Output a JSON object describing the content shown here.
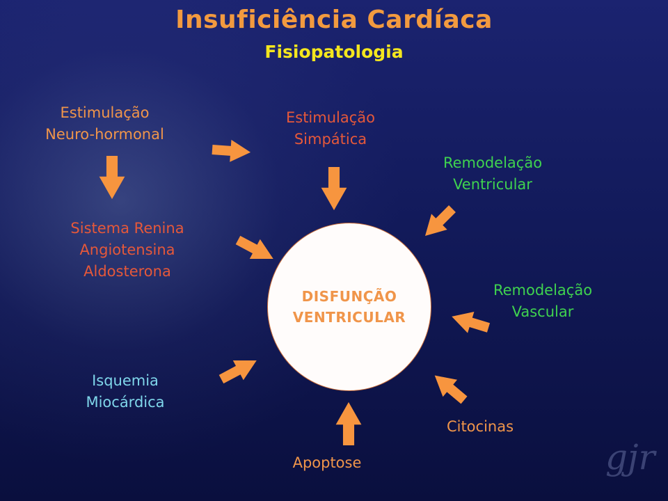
{
  "title": "Insuficiência Cardíaca",
  "subtitle": "Fisiopatologia",
  "center": {
    "line1": "DISFUNÇÃO",
    "line2": "VENTRICULAR"
  },
  "labels": {
    "neuro": [
      "Estimulação",
      "Neuro-hormonal"
    ],
    "simpatica": [
      "Estimulação",
      "Simpática"
    ],
    "remod_ventricular": [
      "Remodelação",
      "Ventricular"
    ],
    "renina": [
      "Sistema Renina",
      "Angiotensina",
      "Aldosterona"
    ],
    "remod_vascular": [
      "Remodelação",
      "Vascular"
    ],
    "isquemia": [
      "Isquemia",
      "Miocárdica"
    ],
    "citocinas": "Citocinas",
    "apoptose": "Apoptose"
  },
  "signature": "gjr",
  "colors": {
    "title": "#f29a3f",
    "subtitle": "#f4e61e",
    "arrow": "#f7953f",
    "label_orange": "#f0954a",
    "label_red": "#e5583a",
    "label_green": "#3fd24f",
    "label_cyan": "#7fd6ea"
  }
}
